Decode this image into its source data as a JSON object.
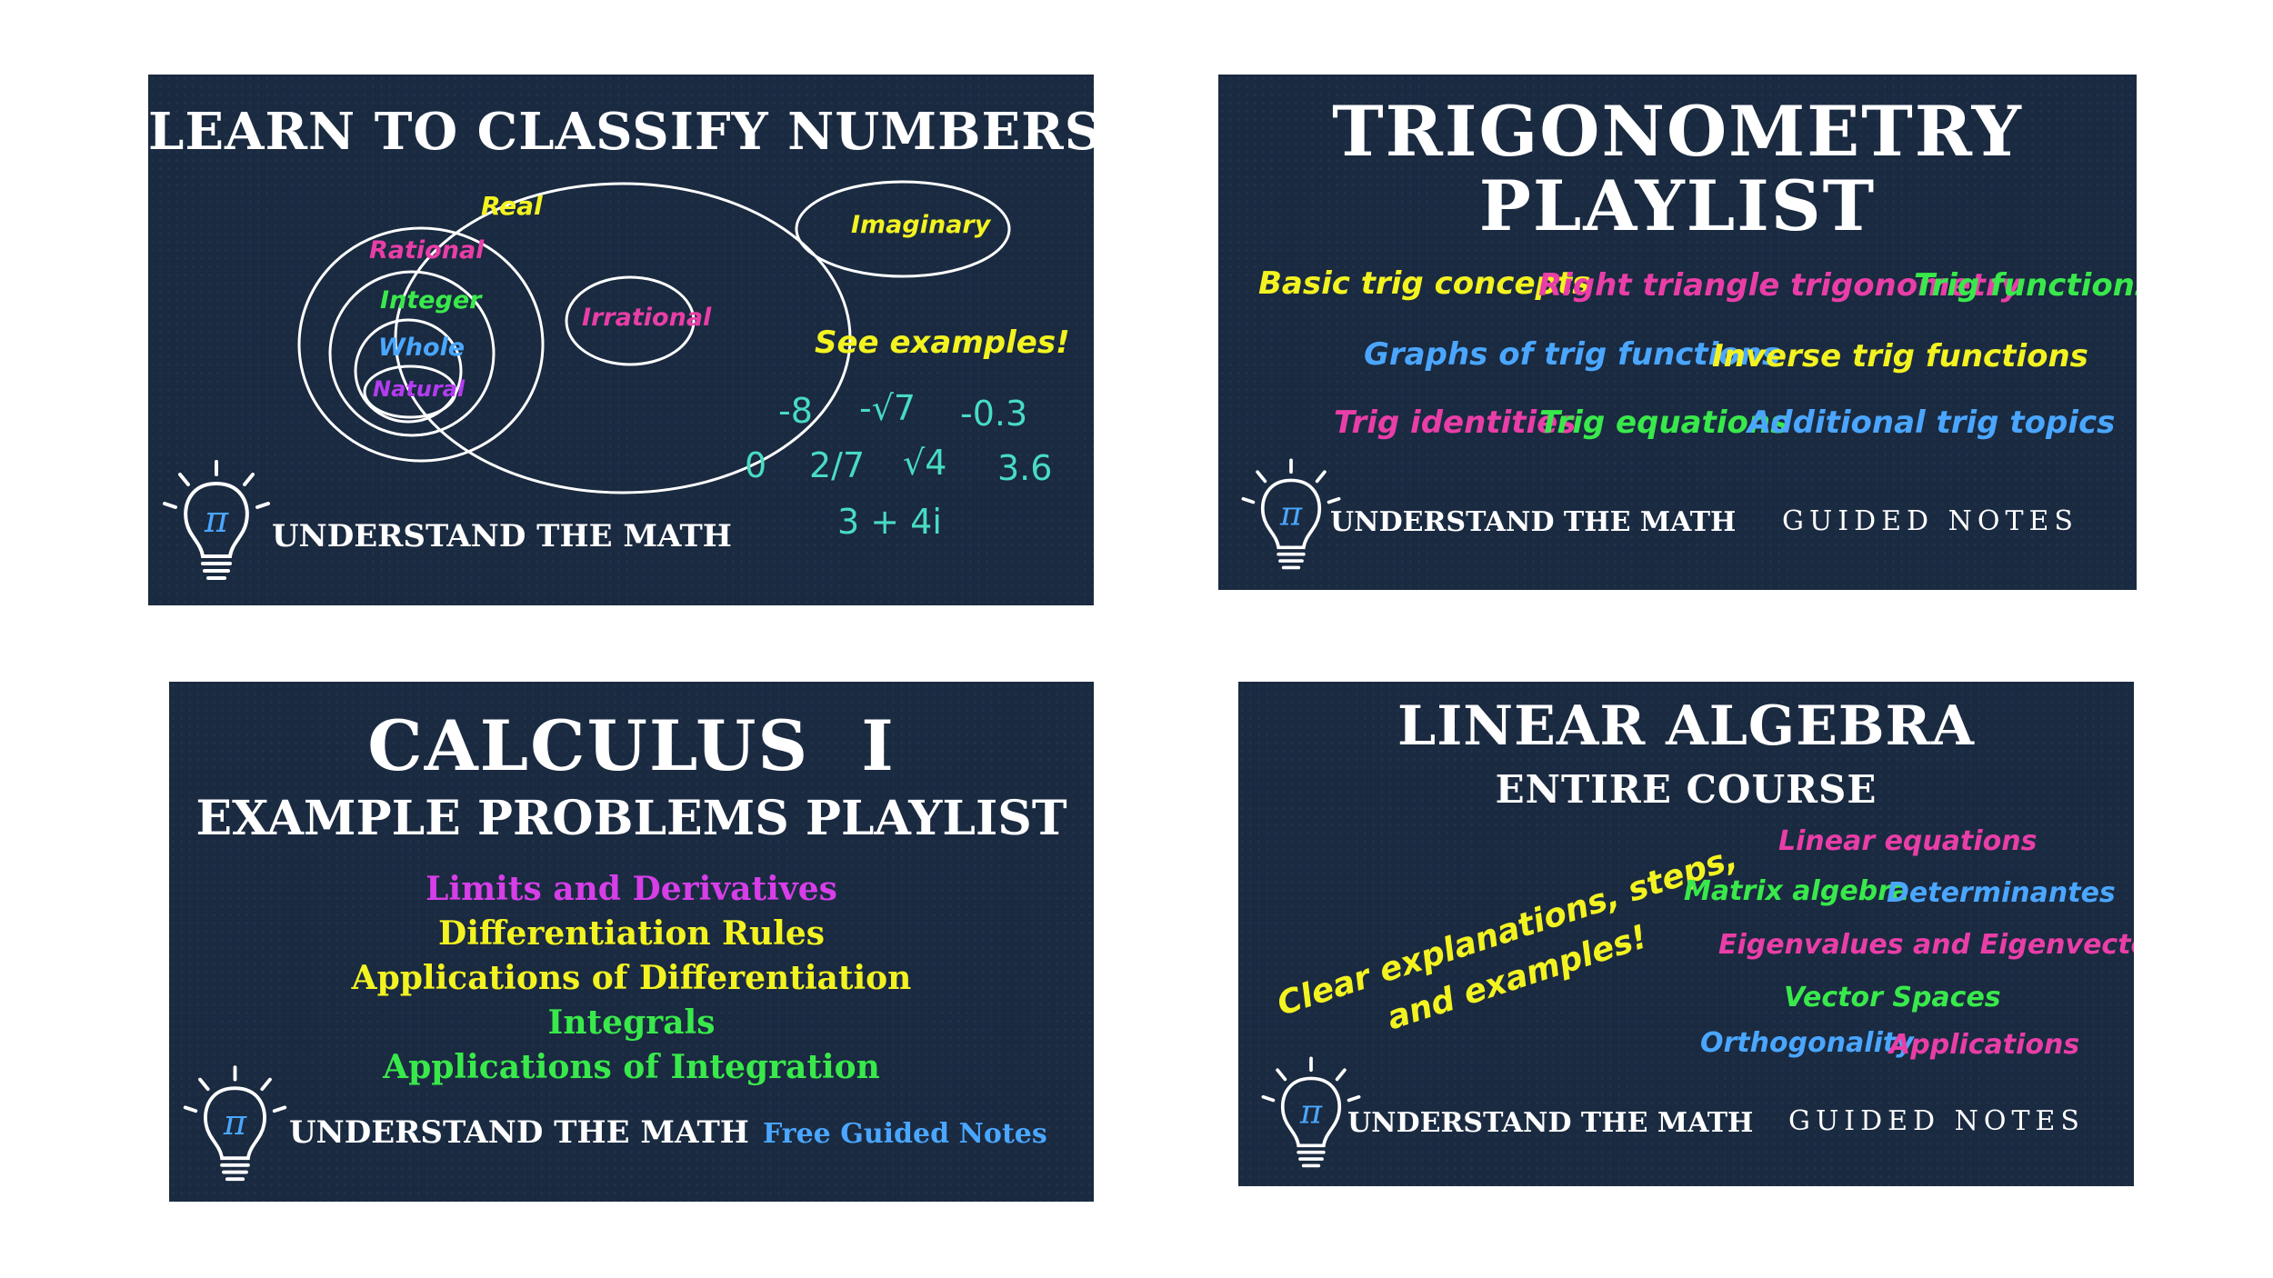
{
  "colors": {
    "card_bg": "#1a2a40",
    "yellow": "#f3f321",
    "magenta": "#e93ea7",
    "green": "#39e94b",
    "blue": "#4aa6ff",
    "purple": "#b33cf0",
    "teal": "#48dcc2",
    "white": "#ffffff"
  },
  "icons": [
    "lightbulb-pi-icon"
  ],
  "cards": {
    "classify": {
      "title": "LEARN TO CLASSIFY NUMBERS!",
      "sets": {
        "real": "Real",
        "rational": "Rational",
        "integer": "Integer",
        "whole": "Whole",
        "natural": "Natural",
        "irrational": "Irrational",
        "imaginary": "Imaginary"
      },
      "see_examples": "See examples!",
      "examples": [
        "-8",
        "-√7",
        "-0.3",
        "0",
        "2/7",
        "√4",
        "3.6",
        "3 + 4i"
      ],
      "brand": "UNDERSTAND THE MATH",
      "bulb_symbol": "π"
    },
    "trig": {
      "title_line1": "TRIGONOMETRY",
      "title_line2": "PLAYLIST",
      "topics": [
        "Basic trig concepts",
        "Right triangle trigonometry",
        "Trig functions",
        "Graphs of trig functions",
        "Inverse trig functions",
        "Trig identities",
        "Trig equations",
        "Additional trig topics"
      ],
      "brand": "UNDERSTAND THE MATH",
      "guided": "GUIDED NOTES",
      "bulb_symbol": "π"
    },
    "calculus": {
      "title_line1": "CALCULUS  I",
      "title_line2": "EXAMPLE PROBLEMS PLAYLIST",
      "topics": [
        "Limits and Derivatives",
        "Differentiation Rules",
        "Applications of Differentiation",
        "Integrals",
        "Applications of Integration"
      ],
      "brand": "UNDERSTAND THE MATH",
      "guided": "Free Guided Notes",
      "bulb_symbol": "π"
    },
    "linear": {
      "title_line1": "LINEAR ALGEBRA",
      "title_line2": "ENTIRE COURSE",
      "slogan_line1": "Clear explanations, steps,",
      "slogan_line2": "and examples!",
      "topics": [
        "Linear equations",
        "Matrix algebra",
        "Determinantes",
        "Eigenvalues and Eigenvectors",
        "Vector Spaces",
        "Orthogonality",
        "Applications"
      ],
      "brand": "UNDERSTAND THE MATH",
      "guided": "GUIDED NOTES",
      "bulb_symbol": "π"
    }
  }
}
